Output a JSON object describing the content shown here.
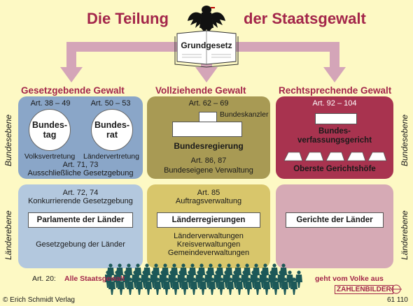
{
  "title": {
    "left": "Die Teilung",
    "right": "der Staatsgewalt"
  },
  "center_book": "Grundgesetz",
  "columns": {
    "legislative": {
      "heading": "Gesetzgebende Gewalt",
      "federal": {
        "art_left": "Art. 38 – 49",
        "art_right": "Art. 50 – 53",
        "circle_left": "Bundes-\ntag",
        "circle_right": "Bundes-\nrat",
        "caption_left": "Volksvertretung",
        "caption_right": "Ländervertretung",
        "art_bottom": "Art. 71, 73",
        "desc": "Ausschließliche Gesetzgebung"
      },
      "state": {
        "art": "Art. 72, 74",
        "desc": "Konkurrierende Gesetzgebung",
        "box": "Parlamente der Länder",
        "bottom": "Gesetzgebung der Länder"
      }
    },
    "executive": {
      "heading": "Vollziehende Gewalt",
      "federal": {
        "art": "Art. 62 – 69",
        "chancellor": "Bundeskanzler",
        "gov": "Bundesregierung",
        "art_bottom": "Art. 86, 87",
        "desc": "Bundeseigene Verwaltung"
      },
      "state": {
        "art": "Art. 85",
        "desc": "Auftragsverwaltung",
        "box": "Länderregierungen",
        "line1": "Länderverwaltungen",
        "line2": "Kreisverwaltungen",
        "line3": "Gemeindeverwaltungen"
      }
    },
    "judicial": {
      "heading": "Rechtsprechende Gewalt",
      "federal": {
        "art": "Art. 92 – 104",
        "court1": "Bundes-\nverfassungsgericht",
        "court2": "Oberste Gerichtshöfe"
      },
      "state": {
        "box": "Gerichte der Länder"
      }
    }
  },
  "side_labels": {
    "federal": "Bundesebene",
    "state": "Länderebene"
  },
  "footer": {
    "art": "Art. 20:",
    "left_quote": "Alle Staatsgewalt",
    "right_quote": "geht vom Volke aus",
    "publisher": "© Erich Schmidt Verlag",
    "brand": "ZAHLENBILDER",
    "number": "61 110"
  },
  "colors": {
    "background": "#fdf9c4",
    "accent": "#a3264a",
    "arrow": "#d4a5b8",
    "leg_top": "#8aa6c8",
    "leg_bottom": "#b3c8de",
    "exe_top": "#a89a54",
    "exe_bottom": "#d8c66b",
    "jud_top": "#a8334f",
    "jud_bottom": "#d6aab5",
    "people": "#1c5858"
  }
}
